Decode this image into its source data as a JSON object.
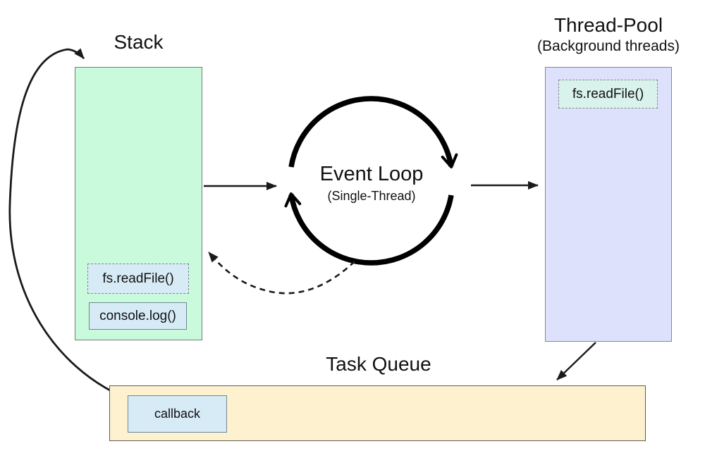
{
  "stack": {
    "title": "Stack",
    "items": [
      {
        "label": "fs.readFile()",
        "style": "dashed"
      },
      {
        "label": "console.log()",
        "style": "solid"
      }
    ]
  },
  "event_loop": {
    "title": "Event Loop",
    "subtitle": "(Single-Thread)"
  },
  "thread_pool": {
    "title": "Thread-Pool",
    "subtitle": "(Background threads)",
    "items": [
      {
        "label": "fs.readFile()",
        "style": "dashed"
      }
    ]
  },
  "task_queue": {
    "title": "Task Queue",
    "items": [
      {
        "label": "callback",
        "style": "solid"
      }
    ]
  },
  "colors": {
    "stack_fill": "#c9fadb",
    "stack_border": "#6b7f72",
    "pool_fill": "#dde1fb",
    "pool_border": "#82869e",
    "queue_fill": "#fdf1d0",
    "queue_border": "#5f5c52",
    "item_blue_fill": "#d6ebf6",
    "item_teal_fill": "#d9f2ec",
    "item_border": "#6f8795",
    "dashed_border": "#7e8a8e",
    "arrow": "#1a1a1a",
    "loop_stroke": "#000000",
    "text": "#111111"
  }
}
